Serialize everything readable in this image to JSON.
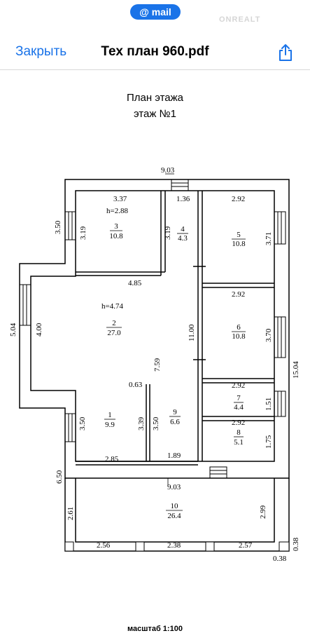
{
  "header": {
    "mail_badge": "@ mail",
    "close_label": "Закрыть",
    "title": "Тех план 960.pdf",
    "watermark": "ONREALT",
    "accent": "#1a73e8"
  },
  "plan": {
    "title_line1": "План этажа",
    "title_line2": "этаж №1",
    "scale": "масштаб 1:100",
    "dims": {
      "top": "9.03",
      "top_mid": "1.36",
      "r3_w": "3.37",
      "r3_h": "h=2.88",
      "r3_side": "3.19",
      "outer_left_top": "3.50",
      "r4_side": "3.19",
      "r5_w": "2.92",
      "r5_side": "3.71",
      "r2_w": "4.85",
      "r6_w": "2.92",
      "r2_h": "h=4.74",
      "outer_left_mid": "5.04",
      "left_inner": "4.00",
      "center_v": "11.00",
      "r6_side": "3.70",
      "outer_right": "15.04",
      "corr": "7.59",
      "r7_w": "2.92",
      "small": "0.63",
      "r7_side": "1.51",
      "r1_side": "3.50",
      "r1_side2": "3.39",
      "r9_side": "3.50",
      "r8_w": "2.92",
      "r8_side": "1.75",
      "r1_w": "2.85",
      "r9_w": "1.89",
      "outer_left_bot": "6.50",
      "terrace_top": "9.03",
      "terrace_left": "2.61",
      "terrace_right": "2.99",
      "bot1": "2.56",
      "bot2": "2.38",
      "bot3": "2.57",
      "corner_v": "0.38",
      "corner_h": "0.38"
    },
    "rooms": [
      {
        "num": "1",
        "area": "9.9"
      },
      {
        "num": "2",
        "area": "27.0"
      },
      {
        "num": "3",
        "area": "10.8"
      },
      {
        "num": "4",
        "area": "4.3"
      },
      {
        "num": "5",
        "area": "10.8"
      },
      {
        "num": "6",
        "area": "10.8"
      },
      {
        "num": "7",
        "area": "4.4"
      },
      {
        "num": "8",
        "area": "5.1"
      },
      {
        "num": "9",
        "area": "6.6"
      },
      {
        "num": "10",
        "area": "26.4"
      }
    ]
  }
}
